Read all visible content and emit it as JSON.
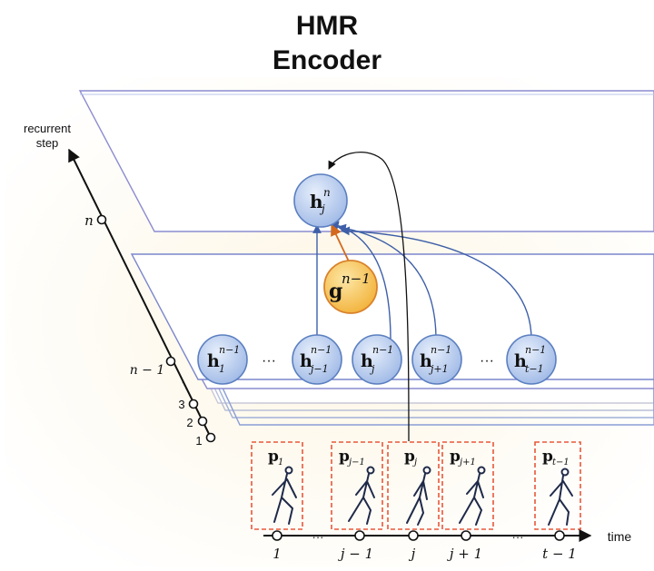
{
  "title": {
    "line1": "HMR",
    "line2": "Encoder"
  },
  "axis": {
    "recurrent_label_1": "recurrent",
    "recurrent_label_2": "step",
    "time_label": "time",
    "step_n": "n",
    "step_n_minus_1": "n − 1",
    "step_3": "3",
    "step_2": "2",
    "step_1": "1",
    "ellipsis": "..."
  },
  "top_node": {
    "base": "h",
    "sub": "j",
    "sup": "n"
  },
  "global_node": {
    "base": "g",
    "sup": "n−1"
  },
  "hidden_nodes": [
    {
      "base": "h",
      "sub": "1",
      "sup": "n−1"
    },
    {
      "base": "h",
      "sub": "j−1",
      "sup": "n−1"
    },
    {
      "base": "h",
      "sub": "j",
      "sup": "n−1"
    },
    {
      "base": "h",
      "sub": "j+1",
      "sup": "n−1"
    },
    {
      "base": "h",
      "sub": "t−1",
      "sup": "n−1"
    }
  ],
  "node_ellipsis": "···",
  "pose_frames": [
    {
      "base": "p",
      "sub": "1"
    },
    {
      "base": "p",
      "sub": "j−1"
    },
    {
      "base": "p",
      "sub": "j"
    },
    {
      "base": "p",
      "sub": "j+1"
    },
    {
      "base": "p",
      "sub": "t−1"
    }
  ],
  "time_ticks": [
    "1",
    "j − 1",
    "j",
    "j + 1",
    "t − 1"
  ],
  "time_ellipsis": "···",
  "colors": {
    "node_fill": "#b9cff0",
    "node_stroke": "#5b7fc0",
    "global_fill": "#f7c04a",
    "global_stroke": "#d9822b",
    "frame_stroke": "#e8583a",
    "arrow_blue": "#3e5fa8",
    "arrow_orange": "#d2691e",
    "background": "#fdf6e4"
  }
}
